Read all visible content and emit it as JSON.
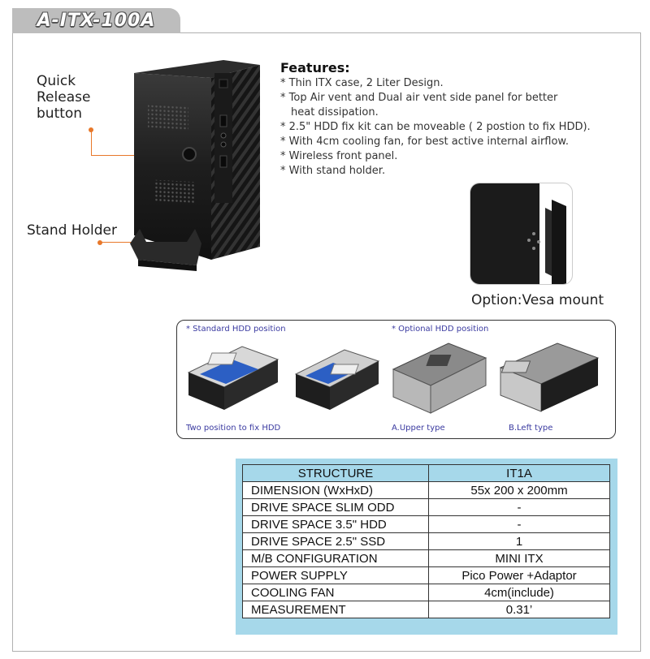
{
  "header": {
    "model": "A-ITX-100A"
  },
  "callouts": {
    "quick_release": [
      "Quick",
      "Release",
      "button"
    ],
    "stand_holder": "Stand Holder"
  },
  "features": {
    "title": "Features:",
    "items": [
      "* Thin ITX case, 2 Liter Design.",
      "* Top Air vent and Dual air vent side panel for better",
      "heat dissipation.",
      "* 2.5\" HDD fix kit can be moveable ( 2 postion to fix HDD).",
      "* With 4cm cooling fan, for best active internal airflow.",
      "* Wireless front panel.",
      "* With stand holder."
    ]
  },
  "vesa": {
    "caption": "Option:Vesa mount"
  },
  "hdd": {
    "standard_label": "* Standard HDD position",
    "optional_label": "* Optional HDD position",
    "two_position_label": "Two position to fix HDD",
    "upper_label": "A.Upper type",
    "left_label": "B.Left type"
  },
  "spec": {
    "header": [
      "STRUCTURE",
      "IT1A"
    ],
    "rows": [
      [
        "DIMENSION (WxHxD)",
        "55x 200 x 200mm"
      ],
      [
        "DRIVE SPACE SLIM ODD",
        "-"
      ],
      [
        "DRIVE SPACE 3.5\" HDD",
        "-"
      ],
      [
        "DRIVE SPACE 2.5\" SSD",
        "1"
      ],
      [
        "M/B CONFIGURATION",
        "MINI ITX"
      ],
      [
        "POWER SUPPLY",
        "Pico Power +Adaptor"
      ],
      [
        "COOLING FAN",
        "4cm(include)"
      ],
      [
        "MEASUREMENT",
        "0.31’"
      ]
    ]
  },
  "colors": {
    "accent_orange": "#e8782a",
    "table_blue": "#a6d8ea",
    "tab_gray": "#bdbdbd",
    "label_blue": "#3a3aa0"
  }
}
